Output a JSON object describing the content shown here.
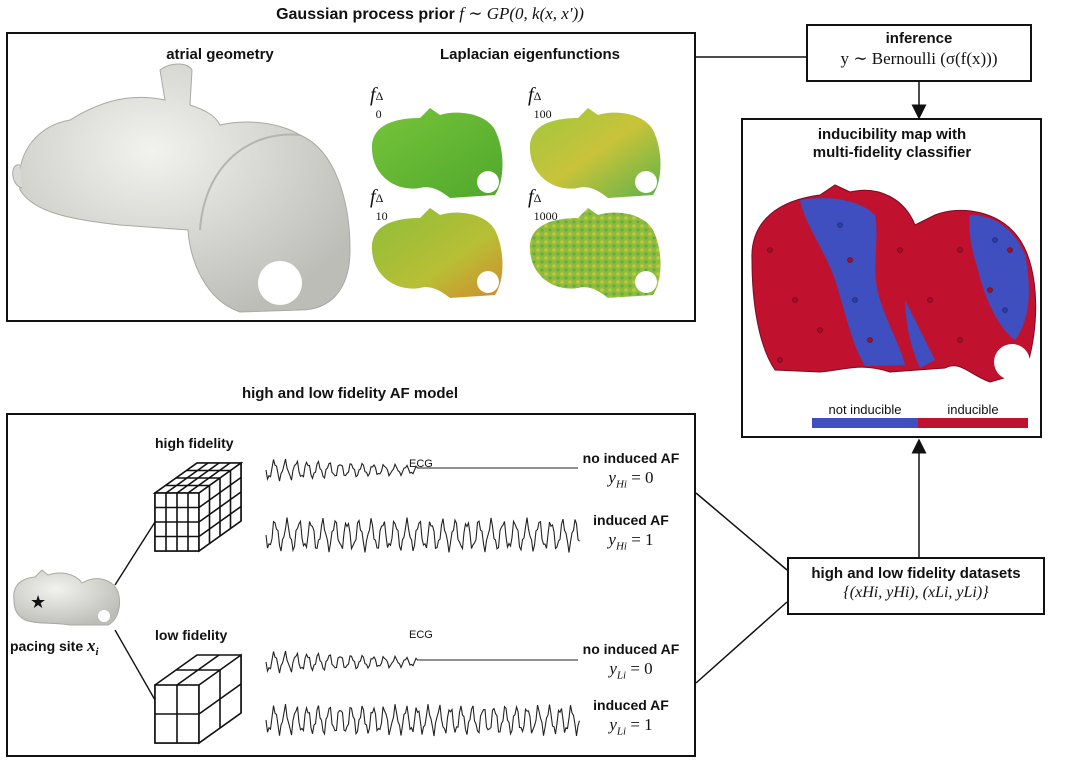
{
  "header": {
    "prior_label": "Gaussian process prior",
    "prior_formula": "f ∼ GP(0, k(x, x′))"
  },
  "prior_box": {
    "atrial_geometry_title": "atrial geometry",
    "eigen_title": "Laplacian eigenfunctions",
    "eigen_labels": {
      "f0": {
        "base": "f",
        "sup": "Δ",
        "sub": "0"
      },
      "f100": {
        "base": "f",
        "sup": "Δ",
        "sub": "100"
      },
      "f10": {
        "base": "f",
        "sup": "Δ",
        "sub": "10"
      },
      "f1000": {
        "base": "f",
        "sup": "Δ",
        "sub": "1000"
      }
    }
  },
  "inference_box": {
    "title": "inference",
    "formula": "y ∼ Bernoulli (σ(f(x)))"
  },
  "map_box": {
    "title_line1": "inducibility map with",
    "title_line2": "multi-fidelity classifier",
    "legend_not": "not inducible",
    "legend_yes": "inducible",
    "colors": {
      "not_inducible": "#3f4fbf",
      "inducible": "#c0112f"
    }
  },
  "model": {
    "section_title": "high and low fidelity AF model",
    "high_fidelity_label": "high fidelity",
    "low_fidelity_label": "low fidelity",
    "ecg_label": "ECG",
    "pacing_label": "pacing site",
    "pacing_var": "x",
    "pacing_sub": "i",
    "outcomes": {
      "hi_no": {
        "label": "no induced AF",
        "eq": "y",
        "sub": "Hi",
        "val": " = 0"
      },
      "hi_yes": {
        "label": "induced AF",
        "eq": "y",
        "sub": "Hi",
        "val": " = 1"
      },
      "li_no": {
        "label": "no induced AF",
        "eq": "y",
        "sub": "Li",
        "val": " = 0"
      },
      "li_yes": {
        "label": "induced AF",
        "eq": "y",
        "sub": "Li",
        "val": " = 1"
      }
    }
  },
  "datasets_box": {
    "title": "high and low fidelity datasets",
    "formula": "{(xHi, yHi), (xLi, yLi)}"
  }
}
